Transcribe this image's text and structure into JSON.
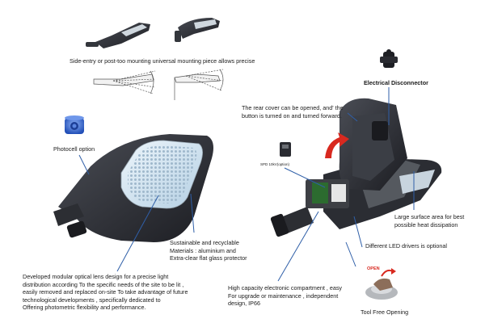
{
  "captions": {
    "mounting": "Side-entry or post-too mounting universal mounting piece allows precise",
    "electrical_disconnector": "Electrical Disconnector",
    "rear_cover": [
      "The rear cover can be opened, and' the",
      "button is turned on and turned forward."
    ],
    "photocell": "Photocell option",
    "spd": "SPD 10kV(option)",
    "heat": [
      "Large surface area for best",
      "possible heat dissipation"
    ],
    "drivers": "Different LED drivers is optional",
    "sustainable": [
      "Sustainable and recyclable",
      "Materials : aluminium and",
      "Extra-clear flat glass protector"
    ],
    "optical": [
      "Developed modular optical lens design for a precise light",
      "distribution according To the specific needs of the site to be lit ,",
      " easily removed and replaced on-site To take advantage of future",
      " technological developments , specifically  dedicated to",
      "Offering photometric flexibility and performance."
    ],
    "compartment": [
      "High capacity electronic compartment , easy",
      "For upgrade or maintenance , independent",
      "design, IP66"
    ],
    "open_label": "OPEN",
    "tool_free": "Tool Free Opening"
  },
  "colors": {
    "leader_line": "#2f5fa8",
    "housing": "#2b2d33",
    "led_panel": "#cfe3f2",
    "photocell": "#3a6fd6",
    "arrow_red": "#d8291f",
    "open_red": "#d8291f"
  }
}
